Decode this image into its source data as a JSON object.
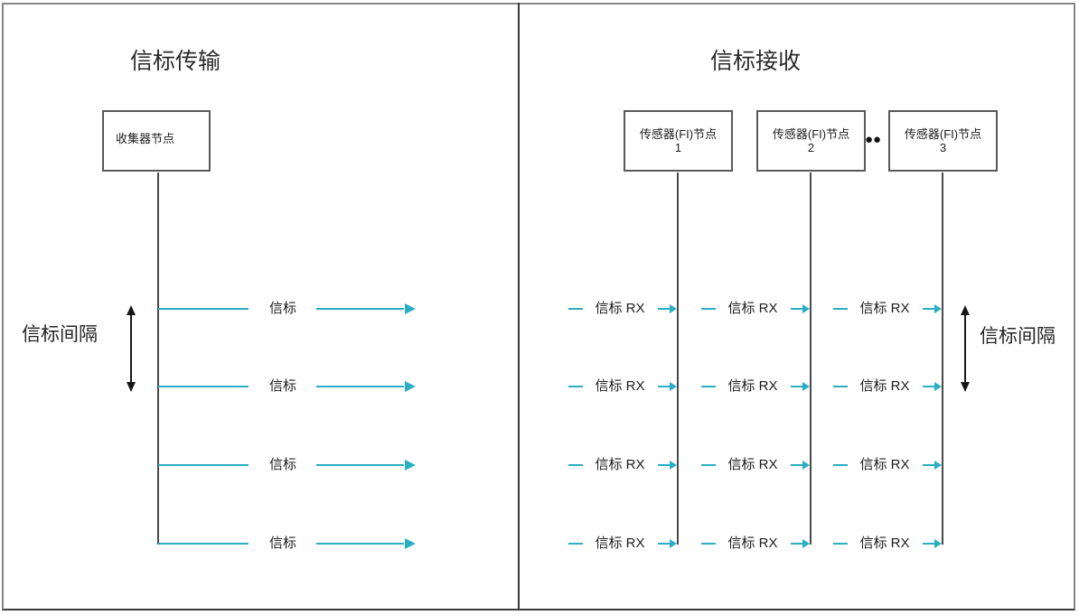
{
  "left_panel": {
    "title": "信标传输",
    "collector_box": {
      "label": "收集器节点"
    },
    "interval_label": "信标间隔",
    "beacon_rows": [
      {
        "label": "信标"
      },
      {
        "label": "信标"
      },
      {
        "label": "信标"
      },
      {
        "label": "信标"
      }
    ]
  },
  "right_panel": {
    "title": "信标接收",
    "sensor_boxes": [
      {
        "line1": "传感器(FI)节点",
        "line2": "1"
      },
      {
        "line1": "传感器(FI)节点",
        "line2": "2"
      },
      {
        "line1": "传感器(FI)节点",
        "line2": "3"
      }
    ],
    "ellipsis": "●●",
    "interval_label": "信标间隔",
    "rx_rows": [
      {
        "units": [
          {
            "label": "信标 RX"
          },
          {
            "label": "信标 RX"
          },
          {
            "label": "信标 RX"
          }
        ]
      },
      {
        "units": [
          {
            "label": "信标 RX"
          },
          {
            "label": "信标 RX"
          },
          {
            "label": "信标 RX"
          }
        ]
      },
      {
        "units": [
          {
            "label": "信标 RX"
          },
          {
            "label": "信标 RX"
          },
          {
            "label": "信标 RX"
          }
        ]
      },
      {
        "units": [
          {
            "label": "信标 RX"
          },
          {
            "label": "信标 RX"
          },
          {
            "label": "信标 RX"
          }
        ]
      }
    ]
  },
  "colors": {
    "beacon_cyan": "#2BAEC4",
    "line_gray": "#4a4a4a",
    "arrow_black": "#161616"
  }
}
